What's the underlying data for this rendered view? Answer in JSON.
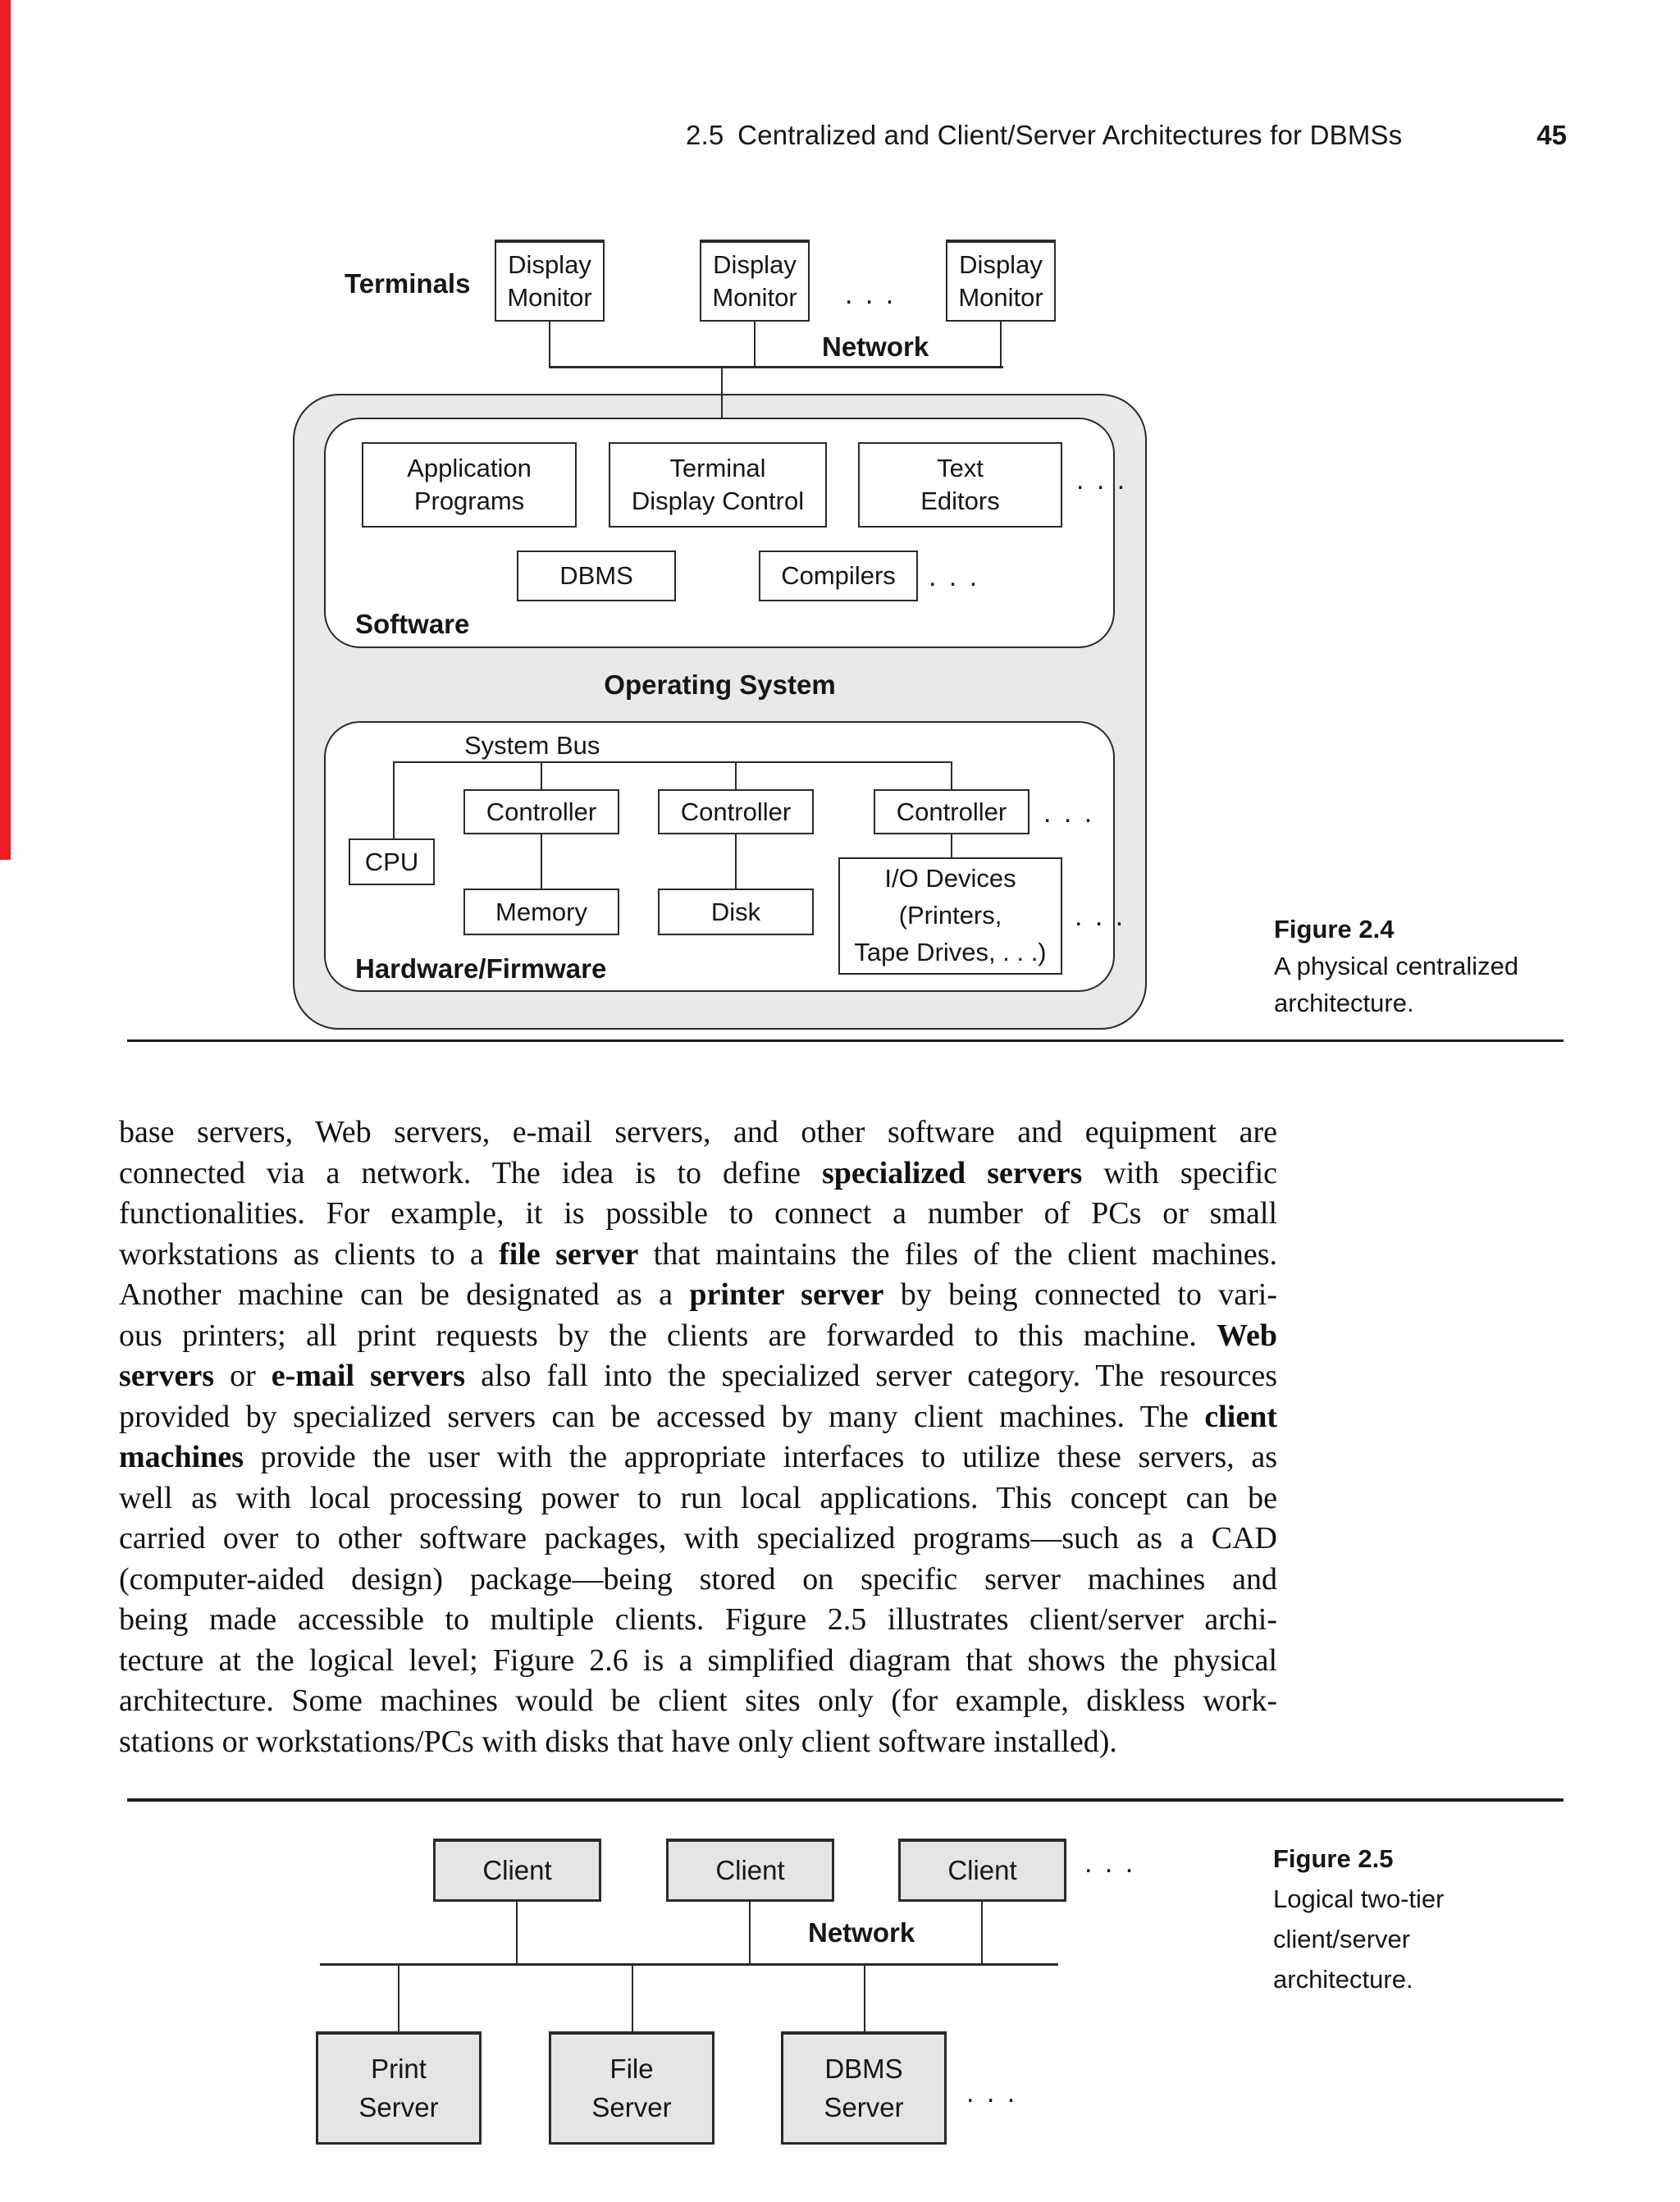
{
  "ellipsis": ". . .",
  "header": {
    "title": "2.5 Centralized and Client/Server Architectures for DBMSs",
    "page_number": "45"
  },
  "figure24": {
    "terminals_label": "Terminals",
    "monitor_lines": [
      "Display",
      "Monitor"
    ],
    "network_label": "Network",
    "software_label": "Software",
    "os_label": "Operating System",
    "hardware_label": "Hardware/Firmware",
    "system_bus_label": "System Bus",
    "software_row1": [
      [
        "Application",
        "Programs"
      ],
      [
        "Terminal",
        "Display Control"
      ],
      [
        "Text",
        "Editors"
      ]
    ],
    "software_row2": [
      "DBMS",
      "Compilers"
    ],
    "controller_label": "Controller",
    "cpu_label": "CPU",
    "memory_label": "Memory",
    "disk_label": "Disk",
    "io_lines": [
      "I/O Devices",
      "(Printers,",
      "Tape Drives, . . .)"
    ],
    "caption_title": "Figure 2.4",
    "caption_lines": [
      "A physical centralized",
      "architecture."
    ]
  },
  "body": {
    "lines": [
      {
        "justify": true,
        "segments": [
          {
            "text": "base servers, Web servers, e-mail servers, and other software and equipment are",
            "bold": false
          }
        ]
      },
      {
        "justify": true,
        "segments": [
          {
            "text": "connected via a network. The idea is to define ",
            "bold": false
          },
          {
            "text": "specialized servers",
            "bold": true
          },
          {
            "text": " with specific",
            "bold": false
          }
        ]
      },
      {
        "justify": true,
        "segments": [
          {
            "text": "functionalities. For example, it is possible to connect a number of PCs or small",
            "bold": false
          }
        ]
      },
      {
        "justify": true,
        "segments": [
          {
            "text": "workstations as clients to a ",
            "bold": false
          },
          {
            "text": "file server",
            "bold": true
          },
          {
            "text": " that maintains the files of the client machines.",
            "bold": false
          }
        ]
      },
      {
        "justify": true,
        "segments": [
          {
            "text": "Another machine can be designated as a ",
            "bold": false
          },
          {
            "text": "printer server",
            "bold": true
          },
          {
            "text": " by being connected to vari-",
            "bold": false
          }
        ]
      },
      {
        "justify": true,
        "segments": [
          {
            "text": "ous printers; all print requests by the clients are forwarded to this machine. ",
            "bold": false
          },
          {
            "text": "Web",
            "bold": true
          }
        ]
      },
      {
        "justify": true,
        "segments": [
          {
            "text": "servers",
            "bold": true
          },
          {
            "text": " or ",
            "bold": false
          },
          {
            "text": "e-mail servers",
            "bold": true
          },
          {
            "text": " also fall into the specialized server category. The resources",
            "bold": false
          }
        ]
      },
      {
        "justify": true,
        "segments": [
          {
            "text": "provided by specialized servers can be accessed by many client machines. The ",
            "bold": false
          },
          {
            "text": "client",
            "bold": true
          }
        ]
      },
      {
        "justify": true,
        "segments": [
          {
            "text": "machines",
            "bold": true
          },
          {
            "text": " provide the user with the appropriate interfaces to utilize these servers, as",
            "bold": false
          }
        ]
      },
      {
        "justify": true,
        "segments": [
          {
            "text": "well as with local processing power to run local applications. This concept can be",
            "bold": false
          }
        ]
      },
      {
        "justify": true,
        "segments": [
          {
            "text": "carried over to other software packages, with specialized programs—such as a CAD",
            "bold": false
          }
        ]
      },
      {
        "justify": true,
        "segments": [
          {
            "text": "(computer-aided design) package—being stored on specific server machines and",
            "bold": false
          }
        ]
      },
      {
        "justify": true,
        "segments": [
          {
            "text": "being made accessible to multiple clients. Figure 2.5 illustrates client/server archi-",
            "bold": false
          }
        ]
      },
      {
        "justify": true,
        "segments": [
          {
            "text": "tecture at the logical level; Figure 2.6 is a simplified diagram that shows the physical",
            "bold": false
          }
        ]
      },
      {
        "justify": true,
        "segments": [
          {
            "text": "architecture. Some machines would be client sites only (for example, diskless work-",
            "bold": false
          }
        ]
      },
      {
        "justify": false,
        "segments": [
          {
            "text": "stations or workstations/PCs with disks that have only client software installed).",
            "bold": false
          }
        ]
      }
    ]
  },
  "figure25": {
    "client_label": "Client",
    "network_label": "Network",
    "servers": [
      [
        "Print",
        "Server"
      ],
      [
        "File",
        "Server"
      ],
      [
        "DBMS",
        "Server"
      ]
    ],
    "caption_title": "Figure 2.5",
    "caption_lines": [
      "Logical two-tier",
      "client/server",
      "architecture."
    ]
  }
}
